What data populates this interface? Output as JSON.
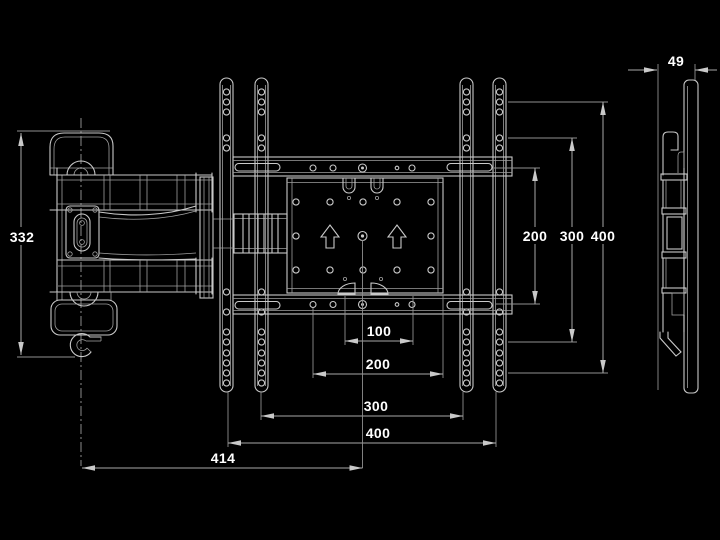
{
  "meta": {
    "title": "TV wall-mount bracket dimensional drawing",
    "background_color": "#000000",
    "drawing_line_color": "#c9c9c9",
    "dimension_line_color": "#a8a8a8",
    "text_color": "#ffffff",
    "views": [
      "arm-side-view",
      "front-view",
      "profile-side-view"
    ]
  },
  "dims": {
    "side_height": "332",
    "profile_depth": "49",
    "right_v200": "200",
    "right_v300": "300",
    "right_v400": "400",
    "bottom_h100": "100",
    "bottom_h200": "200",
    "bottom_h300": "300",
    "bottom_h400": "400",
    "arm_center_offset": "414"
  },
  "geometry_note": {
    "rail_hole_rows": "92,102,112,138,148,292,312,332,342,353,363,373,383",
    "vesa_plate_hole_columns": "296,330,363,397,431"
  }
}
